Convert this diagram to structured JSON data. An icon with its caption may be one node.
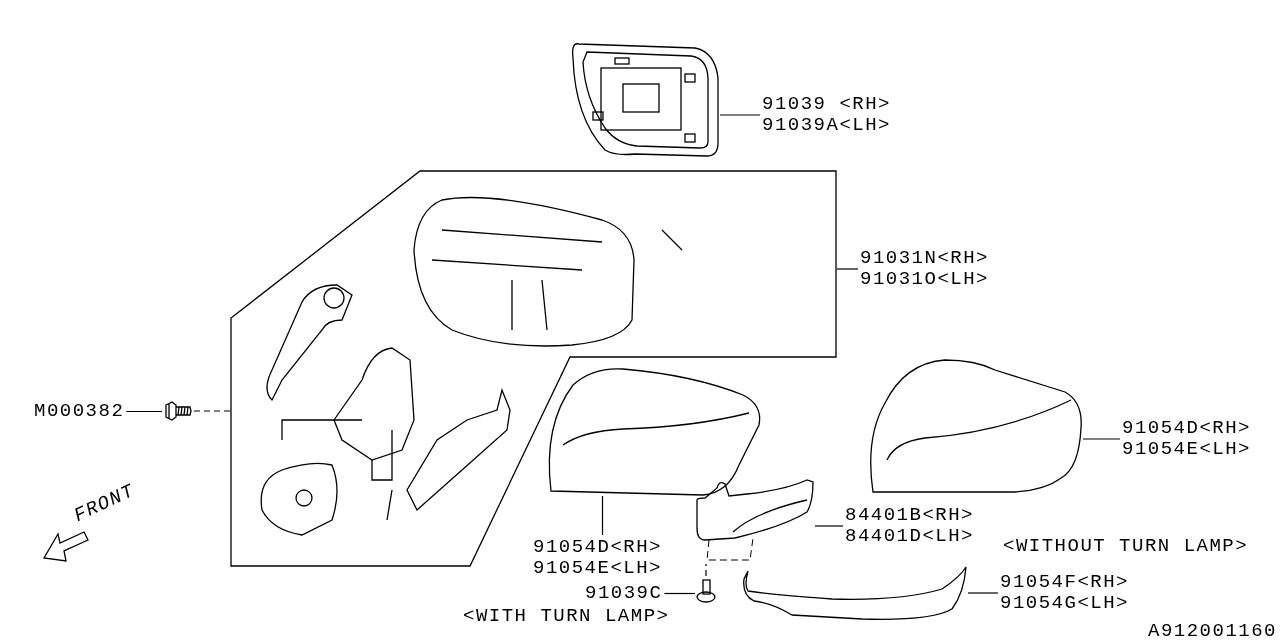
{
  "diagram": {
    "nodes": [
      {
        "text": [],
        "shape": "picture"
      },
      {
        "text": [
          "91039 <RH>",
          "91039A<LH>"
        ]
      },
      {
        "text": [],
        "shape": "box"
      },
      {
        "text": [
          "91031N<RH>",
          "91031O<LH>"
        ]
      },
      {
        "text": [],
        "shape": "picture"
      },
      {
        "text": [
          "M000382"
        ]
      },
      {
        "text": [],
        "shape": "picture"
      },
      {
        "text": [
          "91054D<RH>",
          "91054E<LH>"
        ]
      },
      {
        "text": [],
        "shape": "picture"
      },
      {
        "text": [
          "91054D<RH>",
          "91054E<LH>"
        ]
      },
      {
        "text": [],
        "shape": "picture"
      },
      {
        "text": [
          "84401B<RH>",
          "84401D<LH>"
        ]
      },
      {
        "text": [],
        "shape": "picture"
      },
      {
        "text": [
          "91039C"
        ]
      },
      {
        "text": [],
        "shape": "picture"
      },
      {
        "text": [
          "91054F<RH>",
          "91054G<LH>"
        ]
      }
    ],
    "edges": [
      {
        "from": 1,
        "to": 0,
        "arrow": "none"
      },
      {
        "from": 3,
        "to": 2,
        "arrow": "none"
      },
      {
        "from": 5,
        "to": 4,
        "arrow": "none"
      },
      {
        "from": 7,
        "to": 6,
        "arrow": "none"
      },
      {
        "from": 9,
        "to": 8,
        "arrow": "none"
      },
      {
        "from": 11,
        "to": 10,
        "arrow": "none"
      },
      {
        "from": 13,
        "to": 12,
        "arrow": "none"
      },
      {
        "from": 15,
        "to": 14,
        "arrow": "none"
      },
      {
        "from": 4,
        "to": 2,
        "arrow": "none",
        "style": "dashed"
      },
      {
        "from": 12,
        "to": 10,
        "arrow": "none",
        "style": "dashed"
      }
    ],
    "labels": [
      "<WITHOUT TURN LAMP>",
      "FRONT",
      "<WITH TURN LAMP>",
      "A912001160"
    ]
  }
}
